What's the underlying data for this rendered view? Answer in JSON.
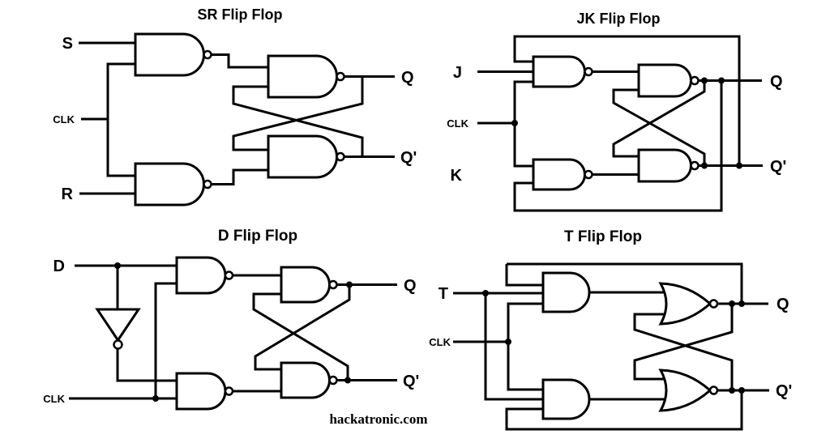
{
  "diagram": {
    "watermark": "hackatronic.com",
    "ink_color": "#000000",
    "background_color": "#ffffff"
  },
  "circuits": {
    "sr": {
      "title": "SR Flip Flop",
      "inputs": {
        "s": "S",
        "clk": "CLK",
        "r": "R"
      },
      "outputs": {
        "q": "Q",
        "q_bar": "Q'"
      },
      "gates": [
        "NAND",
        "NAND",
        "NAND",
        "NAND"
      ]
    },
    "jk": {
      "title": "JK Flip Flop",
      "inputs": {
        "j": "J",
        "clk": "CLK",
        "k": "K"
      },
      "outputs": {
        "q": "Q",
        "q_bar": "Q'"
      },
      "gates": [
        "NAND",
        "NAND",
        "NAND",
        "NAND"
      ]
    },
    "d": {
      "title": "D Flip Flop",
      "inputs": {
        "d": "D",
        "clk": "CLK"
      },
      "outputs": {
        "q": "Q",
        "q_bar": "Q'"
      },
      "gates": [
        "NOT",
        "NAND",
        "NAND",
        "NAND",
        "NAND"
      ]
    },
    "t": {
      "title": "T Flip Flop",
      "inputs": {
        "t": "T",
        "clk": "CLK"
      },
      "outputs": {
        "q": "Q",
        "q_bar": "Q'"
      },
      "gates": [
        "AND",
        "AND",
        "NOR",
        "NOR"
      ]
    }
  }
}
